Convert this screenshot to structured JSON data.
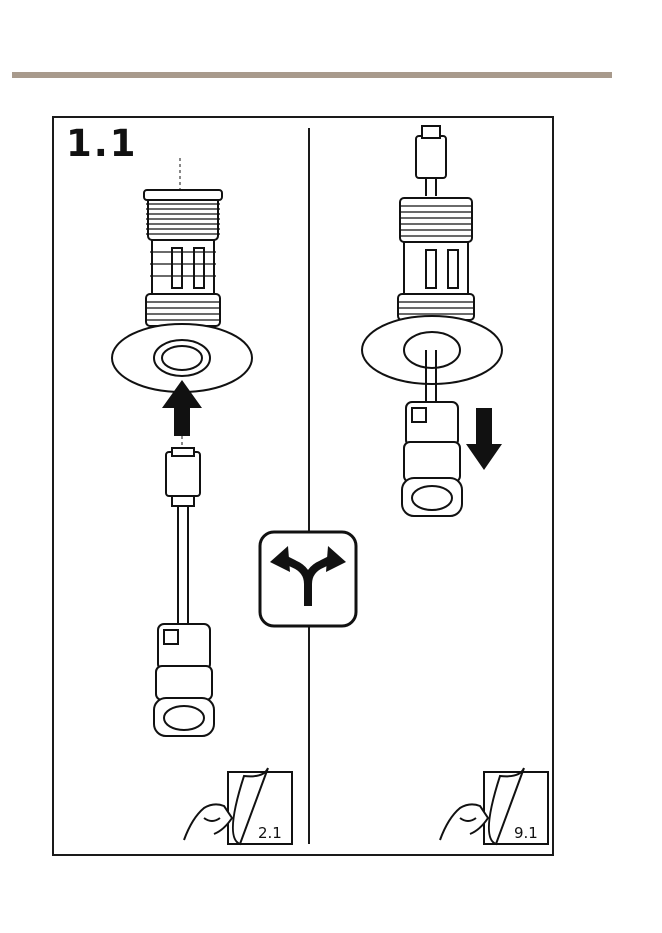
{
  "page": {
    "rule_color": "#a89a8c"
  },
  "step": {
    "label": "1.1"
  },
  "references": {
    "left_page": "2.1",
    "right_page": "9.1"
  },
  "icons": {
    "branch": "fork-arrow-icon",
    "arrow_up": "arrow-up-icon",
    "arrow_down": "arrow-down-icon",
    "page_turn": "hand-page-turn-icon"
  }
}
